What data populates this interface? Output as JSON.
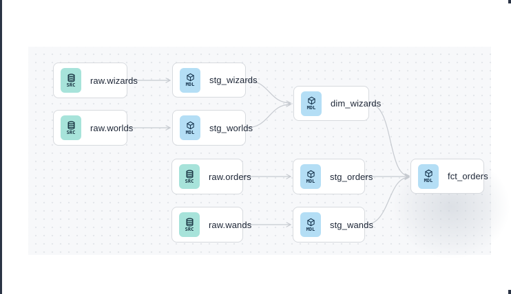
{
  "app": {
    "view": "data-lineage-graph"
  },
  "colors": {
    "canvas_bg": "#f7f8fa",
    "canvas_dot": "#e4e7eb",
    "node_bg": "#ffffff",
    "node_border": "#d7dade",
    "node_label": "#1b2434",
    "src_badge_bg": "#a7e3da",
    "mdl_badge_bg": "#b4def5",
    "badge_text": "#16303f",
    "edge": "#c6cad0",
    "left_strip": "#2b3445"
  },
  "nodes": [
    {
      "id": "raw.wizards",
      "label": "raw.wizards",
      "kind": "SRC"
    },
    {
      "id": "raw.worlds",
      "label": "raw.worlds",
      "kind": "SRC"
    },
    {
      "id": "stg_wizards",
      "label": "stg_wizards",
      "kind": "MDL"
    },
    {
      "id": "stg_worlds",
      "label": "stg_worlds",
      "kind": "MDL"
    },
    {
      "id": "dim_wizards",
      "label": "dim_wizards",
      "kind": "MDL"
    },
    {
      "id": "raw.orders",
      "label": "raw.orders",
      "kind": "SRC"
    },
    {
      "id": "stg_orders",
      "label": "stg_orders",
      "kind": "MDL"
    },
    {
      "id": "raw.wands",
      "label": "raw.wands",
      "kind": "SRC"
    },
    {
      "id": "stg_wands",
      "label": "stg_wands",
      "kind": "MDL"
    },
    {
      "id": "fct_orders",
      "label": "fct_orders",
      "kind": "MDL"
    }
  ],
  "edges": [
    {
      "from": "raw.wizards",
      "to": "stg_wizards"
    },
    {
      "from": "raw.worlds",
      "to": "stg_worlds"
    },
    {
      "from": "stg_wizards",
      "to": "dim_wizards"
    },
    {
      "from": "stg_worlds",
      "to": "dim_wizards"
    },
    {
      "from": "raw.orders",
      "to": "stg_orders"
    },
    {
      "from": "raw.wands",
      "to": "stg_wands"
    },
    {
      "from": "dim_wizards",
      "to": "fct_orders"
    },
    {
      "from": "stg_orders",
      "to": "fct_orders"
    },
    {
      "from": "stg_wands",
      "to": "fct_orders"
    }
  ]
}
